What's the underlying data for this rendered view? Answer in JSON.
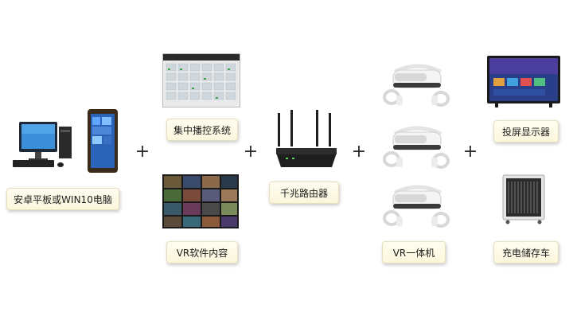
{
  "labels": {
    "computer": "安卓平板或WIN10电脑",
    "control": "集中播控系统",
    "content": "VR软件内容",
    "router": "千兆路由器",
    "headset": "VR一体机",
    "screen": "投屏显示器",
    "charger": "充电储存车"
  },
  "plus_sign": "+",
  "colors": {
    "label_bg": "#fcf7df",
    "label_border": "#e7e0bf",
    "headset_white": "#f2f2f2",
    "router_black": "#1e1e1e",
    "tv_frame": "#1a1a1a"
  }
}
